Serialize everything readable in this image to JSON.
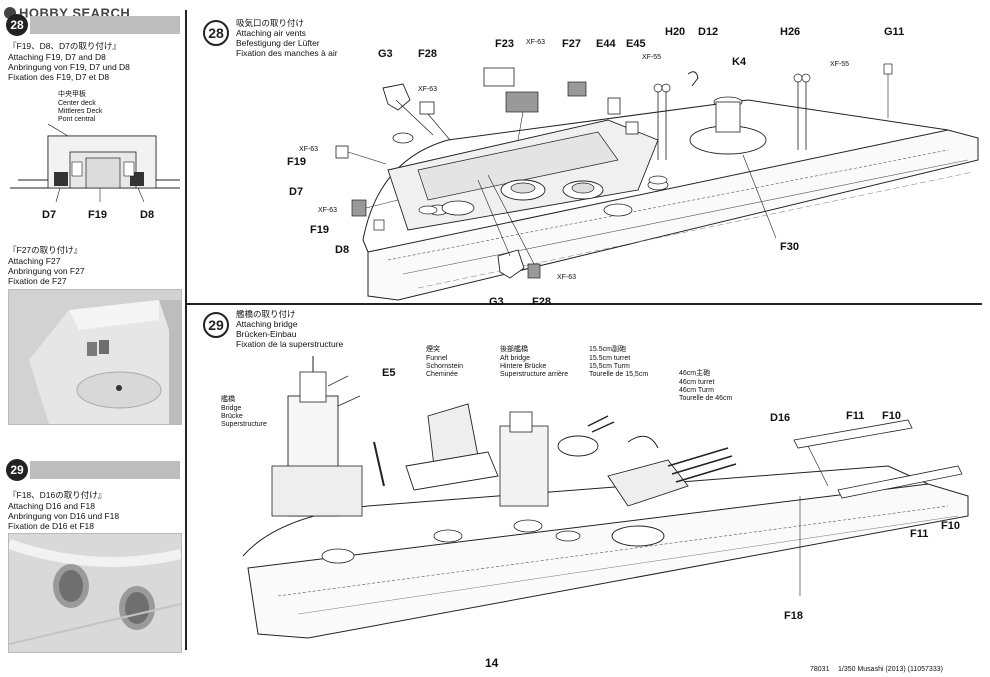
{
  "header": {
    "logo_text": "HOBBY SEARCH",
    "page_top_number": "28"
  },
  "sidebar": {
    "step28_sub1": {
      "jp": "『F19、D8、D7の取り付け』",
      "en": "Attaching F19, D7 and D8",
      "de": "Anbringung von F19, D7 und D8",
      "fr": "Fixation des F19, D7 et D8"
    },
    "deck_labels": {
      "jp": "中央甲板",
      "en": "Center deck",
      "de": "Mittleres Deck",
      "fr": "Pont central"
    },
    "deck_parts": [
      "D7",
      "F19",
      "D8"
    ],
    "step28_sub2": {
      "jp": "『F27の取り付け』",
      "en": "Attaching F27",
      "de": "Anbringung von F27",
      "fr": "Fixation de F27"
    },
    "step29_number": "29",
    "step29_sub": {
      "jp": "『F18、D16の取り付け』",
      "en": "Attaching D16 and F18",
      "de": "Anbringung von D16 und F18",
      "fr": "Fixation de D16 et F18"
    }
  },
  "step28": {
    "number": "28",
    "jp": "吸気口の取り付け",
    "en": "Attaching air vents",
    "de": "Befestigung der Lüfter",
    "fr": "Fixation des manches à air",
    "parts": {
      "g3_top": "G3",
      "f28_top": "F28",
      "f23": "F23",
      "f27": "F27",
      "e44": "E44",
      "e45": "E45",
      "h20": "H20",
      "d12": "D12",
      "k4": "K4",
      "h26": "H26",
      "g11": "G11",
      "f19_left": "F19",
      "d7_left": "D7",
      "f19_lower": "F19",
      "d8_lower": "D8",
      "g3_bottom": "G3",
      "f28_bottom": "F28",
      "f30": "F30"
    },
    "paints": {
      "xf63_a": "XF-63",
      "xf63_b": "XF-63",
      "xf63_c": "XF-63",
      "xf63_d": "XF-63",
      "xf63_e": "XF-63",
      "xf55_a": "XF-55",
      "xf55_b": "XF-55"
    }
  },
  "step29": {
    "number": "29",
    "jp": "艦橋の取り付け",
    "en": "Attaching bridge",
    "de": "Brücken-Einbau",
    "fr": "Fixation de la superstructure",
    "bridge": {
      "jp": "艦橋",
      "en": "Bridge",
      "de": "Brücke",
      "fr": "Superstructure"
    },
    "funnel": {
      "jp": "煙突",
      "en": "Funnel",
      "de": "Schornstein",
      "fr": "Cheminée"
    },
    "aft_bridge": {
      "jp": "後部艦橋",
      "en": "Aft bridge",
      "de": "Hintere Brücke",
      "fr": "Superstructure arrière"
    },
    "turret155": {
      "jp": "15.5cm副砲",
      "en": "15.5cm turret",
      "de": "15,5cm Turm",
      "fr": "Tourelle de 15,5cm"
    },
    "turret46": {
      "jp": "46cm主砲",
      "en": "46cm turret",
      "de": "46cm Turm",
      "fr": "Tourelle de 46cm"
    },
    "parts": {
      "e5": "E5",
      "d16": "D16",
      "f11_top": "F11",
      "f10_top": "F10",
      "f10_right": "F10",
      "f11_lower": "F11",
      "f18": "F18"
    }
  },
  "footer": {
    "page_number": "14",
    "catalog": "78031",
    "scale_title": "1/350 Musashi (2013) (11057333)"
  }
}
